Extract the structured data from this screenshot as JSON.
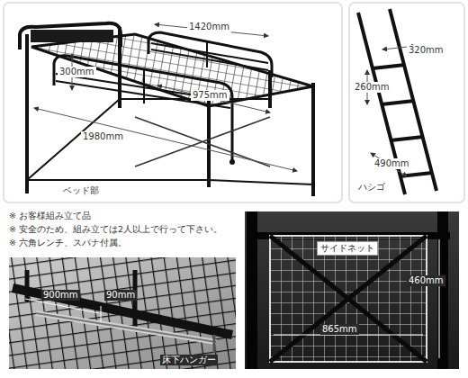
{
  "diagram": {
    "labels": [
      "1420mm",
      "300mm",
      "975mm",
      "1980mm",
      "ベッド部",
      "320mm",
      "260mm",
      "490mm",
      "ハシゴ",
      "※ お客様組み立て品",
      "※ 安全のため、組み立ては2人以上で行って下さい。",
      "※ 六角レンチ、スパナ付属。",
      "900mm",
      "90mm",
      "床下ハンガー",
      "サイドネット",
      "460mm",
      "865mm"
    ]
  }
}
